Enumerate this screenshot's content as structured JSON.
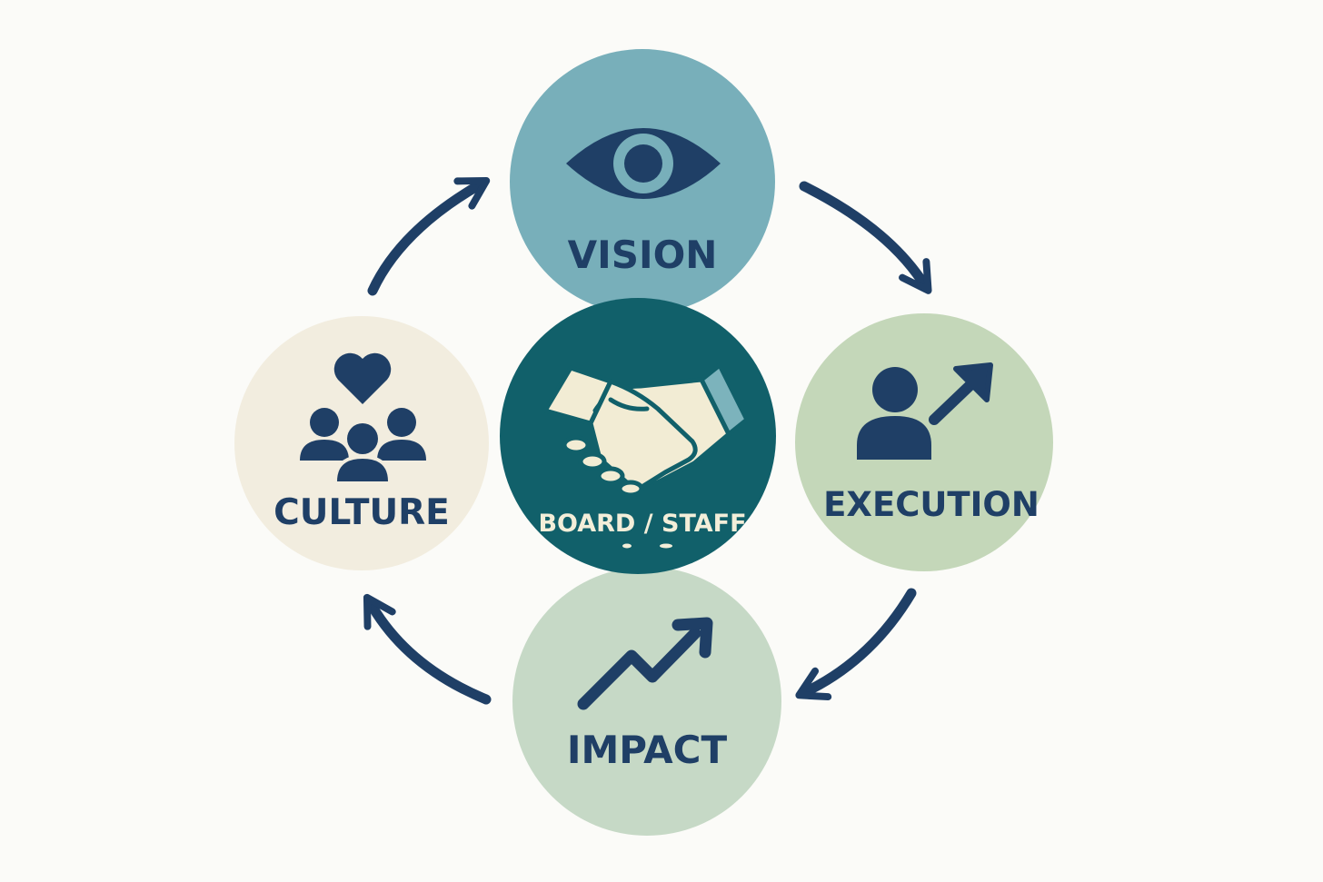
{
  "colors": {
    "background": "#fbfbf8",
    "navy": "#1f3f66",
    "vision_fill": "#78afba",
    "execution_fill": "#c4d7b9",
    "impact_fill": "#c6d9c6",
    "culture_fill": "#f2eddf",
    "center_fill": "#11606a",
    "center_label": "#f3eed9",
    "handshake_light": "#f2ecd4",
    "cuff_accent": "#7cb3bc"
  },
  "nodes": {
    "vision": {
      "label": "VISION",
      "icon": "eye-icon"
    },
    "execution": {
      "label": "EXECUTION",
      "icon": "person-growth-icon"
    },
    "impact": {
      "label": "IMPACT",
      "icon": "trend-up-icon"
    },
    "culture": {
      "label": "CULTURE",
      "icon": "team-heart-icon"
    },
    "center": {
      "label": "BOARD / STAFF",
      "icon": "handshake-icon"
    }
  },
  "cycle": [
    "VISION",
    "EXECUTION",
    "IMPACT",
    "CULTURE"
  ]
}
